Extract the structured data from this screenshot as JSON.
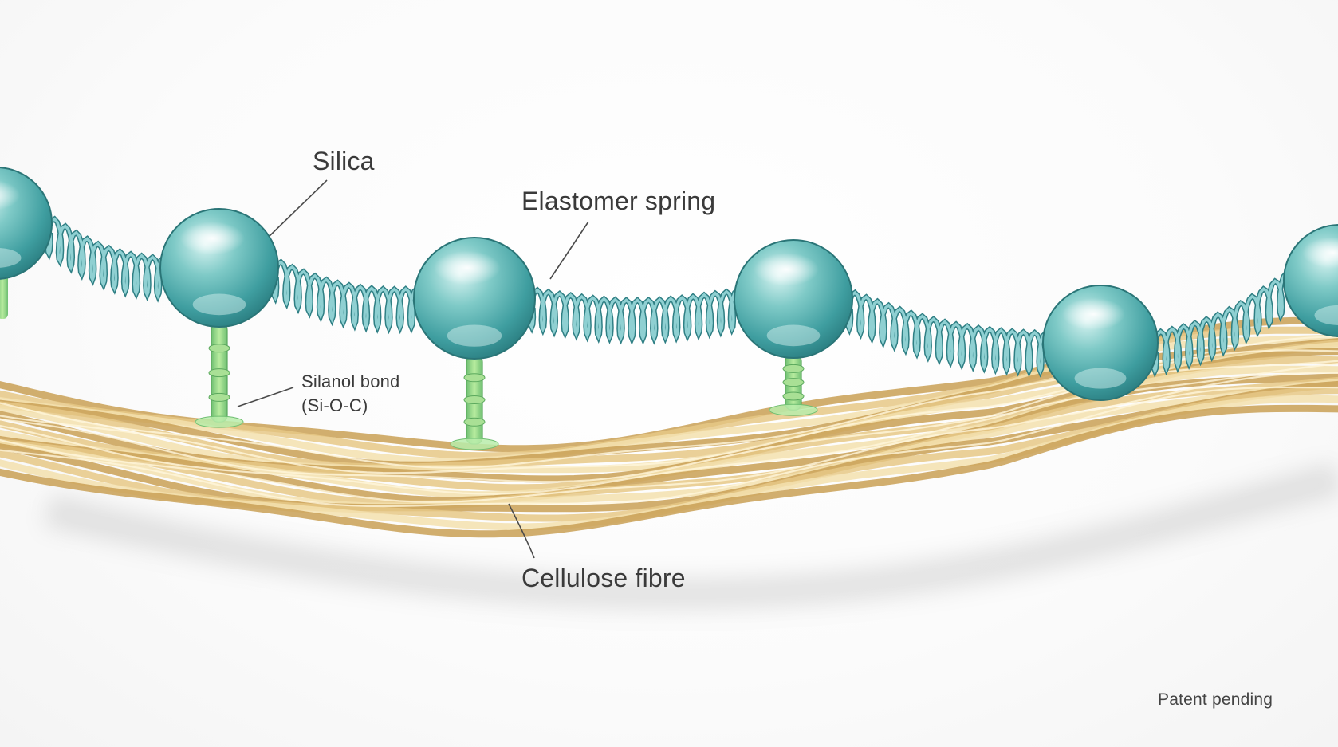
{
  "labels": {
    "silica": "Silica",
    "elastomer_spring": "Elastomer spring",
    "silanol_bond_line1": "Silanol bond",
    "silanol_bond_line2": "(Si-O-C)",
    "cellulose_fibre": "Cellulose fibre",
    "patent_note": "Patent pending"
  },
  "colors": {
    "silica": "#5fb8b6",
    "silica_dark": "#2f8a8c",
    "spring": "#6fb8bc",
    "bond": "#8fd08a",
    "fibre": "#e2c27c",
    "fibre_dark": "#c49a4a",
    "label_text": "#3a3a3a"
  }
}
